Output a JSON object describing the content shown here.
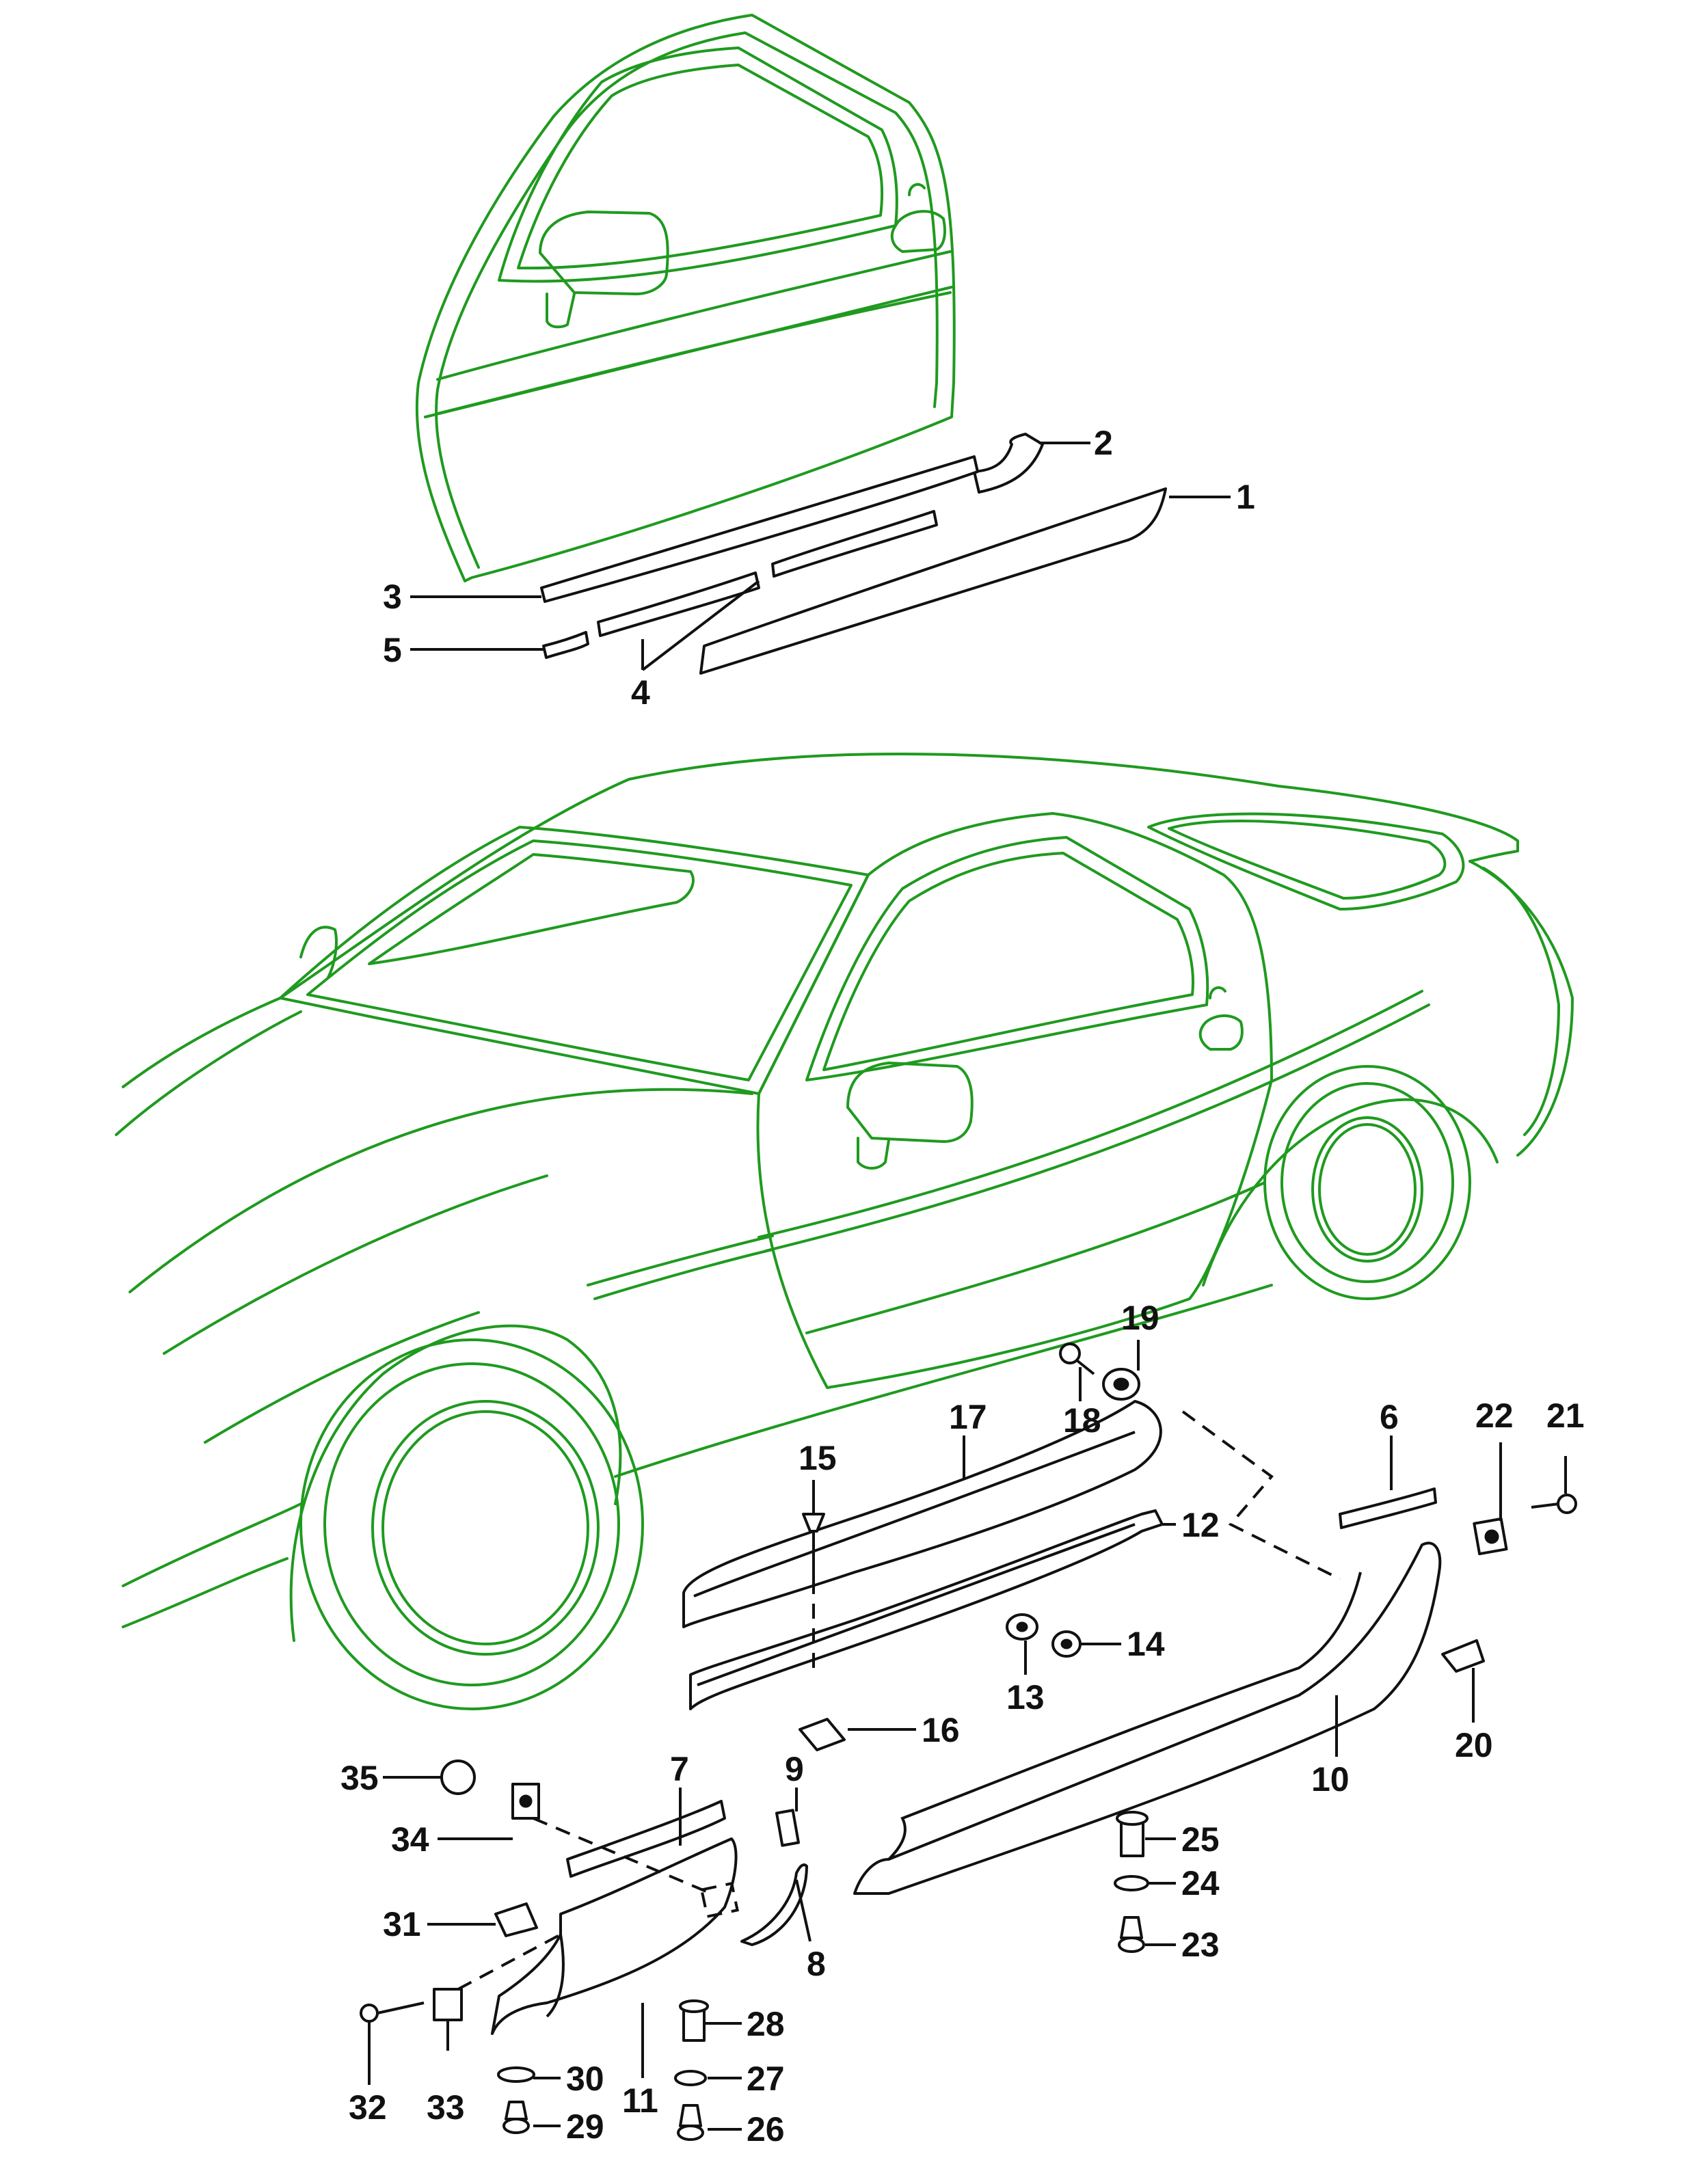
{
  "colors": {
    "car_outline": "#1f9a1f",
    "parts": "#111111",
    "background": "#ffffff"
  },
  "callouts": {
    "c1": "1",
    "c2": "2",
    "c3": "3",
    "c4": "4",
    "c5": "5",
    "c6": "6",
    "c7": "7",
    "c8": "8",
    "c9": "9",
    "c10": "10",
    "c11": "11",
    "c12": "12",
    "c13": "13",
    "c14": "14",
    "c15": "15",
    "c16": "16",
    "c17": "17",
    "c18": "18",
    "c19": "19",
    "c20": "20",
    "c21": "21",
    "c22": "22",
    "c23": "23",
    "c24": "24",
    "c25": "25",
    "c26": "26",
    "c27": "27",
    "c28": "28",
    "c29": "29",
    "c30": "30",
    "c31": "31",
    "c32": "32",
    "c33": "33",
    "c34": "34",
    "c35": "35"
  }
}
